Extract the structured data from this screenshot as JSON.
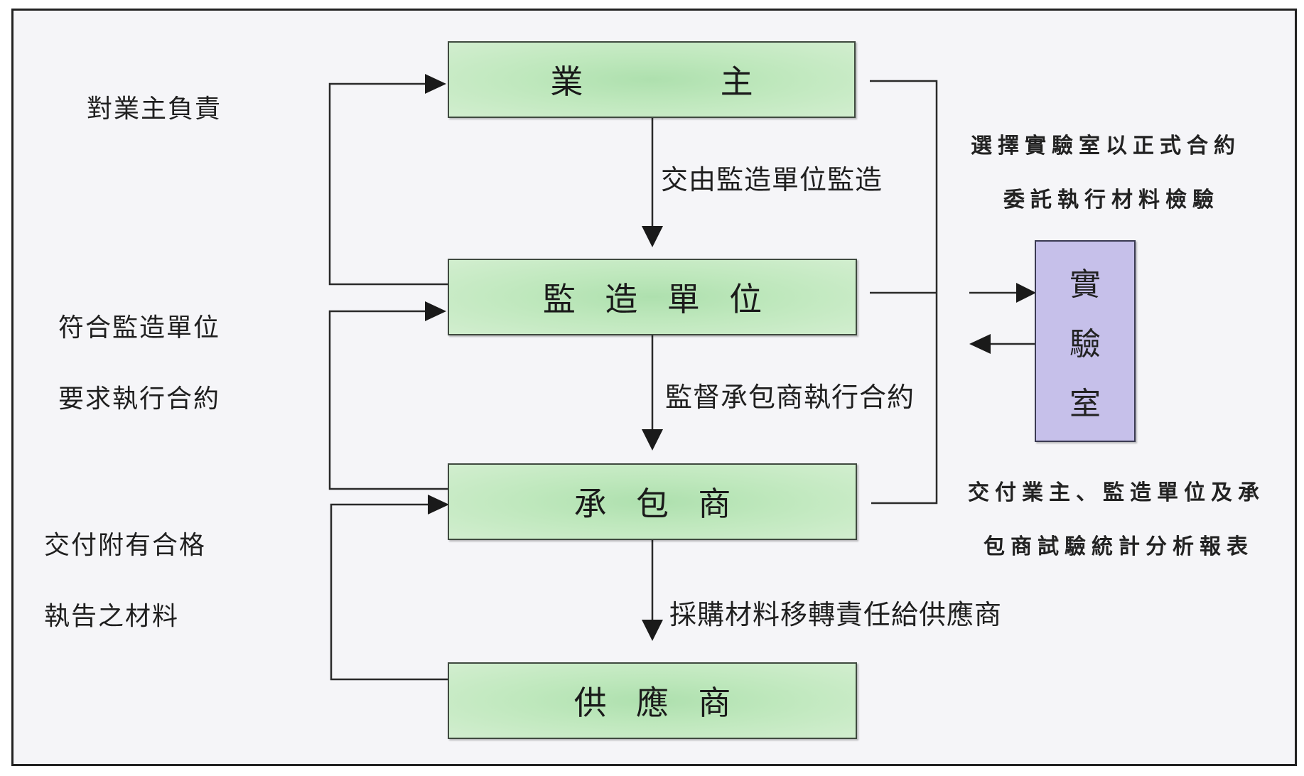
{
  "boxes": {
    "owner": "業　主",
    "supervisor": "監造單位",
    "contractor": "承包商",
    "supplier": "供應商",
    "laboratory": [
      "實",
      "驗",
      "室"
    ]
  },
  "left_labels": {
    "owner_responsibility": "對業主負責",
    "supervisor_req_line1": "符合監造單位",
    "supervisor_req_line2": "要求執行合約",
    "deliver_line1": "交付附有合格",
    "deliver_line2": "執告之材料"
  },
  "center_labels": {
    "owner_to_supervisor": "交由監造單位監造",
    "supervisor_to_contractor": "監督承包商執行合約",
    "contractor_to_supplier": "採購材料移轉責任給供應商"
  },
  "right_labels": {
    "select_line1": "選擇實驗室以正式合約",
    "select_line2": "委託執行材料檢驗",
    "report_line1": "交付業主、監造單位及承",
    "report_line2": "包商試驗統計分析報表"
  }
}
